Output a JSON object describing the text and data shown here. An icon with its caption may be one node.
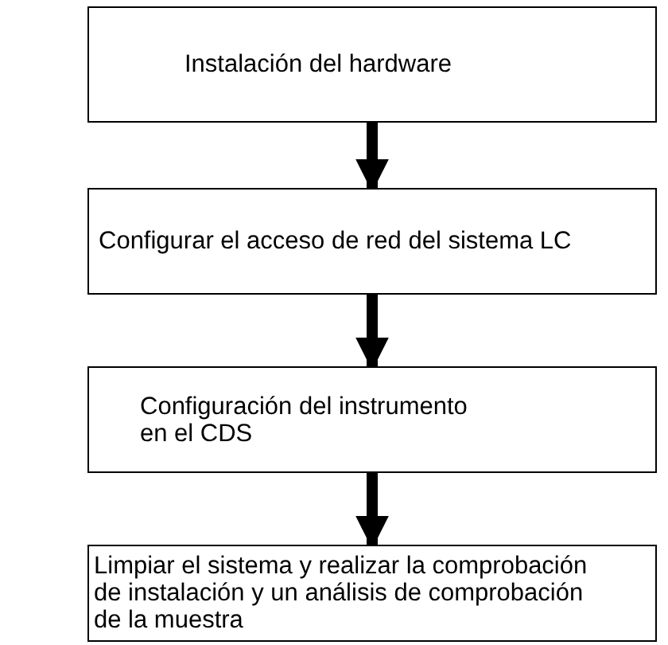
{
  "diagram": {
    "nodes": [
      {
        "text": [
          "Instalación del hardware"
        ]
      },
      {
        "text": [
          "Configurar el acceso de red del sistema LC"
        ]
      },
      {
        "text": [
          "Configuración del instrumento en el CDS"
        ]
      },
      {
        "text": [
          "Limpiar el sistema y realizar la comprobación de instalación y un análisis de comprobación de la muestra"
        ]
      }
    ],
    "edges": [
      {
        "from": 0,
        "to": 1,
        "arrow": "to"
      },
      {
        "from": 1,
        "to": 2,
        "arrow": "to"
      },
      {
        "from": 2,
        "to": 3,
        "arrow": "to"
      }
    ]
  }
}
